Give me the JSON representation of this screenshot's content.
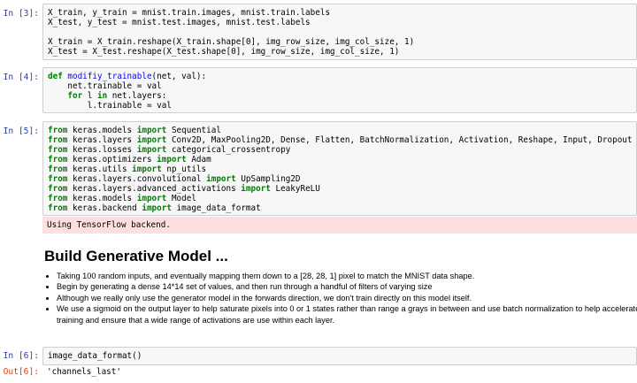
{
  "cells": [
    {
      "prompt": "In [3]:",
      "lines": [
        [
          [
            "t",
            "X_train, y_train = mnist.train.images, mnist.train.labels"
          ]
        ],
        [
          [
            "t",
            "X_test, y_test = mnist.test.images, mnist.test.labels"
          ]
        ],
        [
          [
            "t",
            ""
          ]
        ],
        [
          [
            "t",
            "X_train = X_train.reshape(X_train.shape[0], img_row_size, img_col_size, 1)"
          ]
        ],
        [
          [
            "t",
            "X_test = X_test.reshape(X_test.shape[0], img_row_size, img_col_size, 1)"
          ]
        ]
      ]
    },
    {
      "prompt": "In [4]:",
      "lines": [
        [
          [
            "kw",
            "def "
          ],
          [
            "fn",
            "modifiy_trainable"
          ],
          [
            "t",
            "(net, val):"
          ]
        ],
        [
          [
            "t",
            "    net.trainable = val"
          ]
        ],
        [
          [
            "t",
            "    "
          ],
          [
            "kw",
            "for"
          ],
          [
            "t",
            " l "
          ],
          [
            "kw",
            "in"
          ],
          [
            "t",
            " net.layers:"
          ]
        ],
        [
          [
            "t",
            "        l.trainable = val"
          ]
        ]
      ]
    },
    {
      "prompt": "In [5]:",
      "lines": [
        [
          [
            "kw",
            "from"
          ],
          [
            "t",
            " keras.models "
          ],
          [
            "kw",
            "import"
          ],
          [
            "t",
            " Sequential"
          ]
        ],
        [
          [
            "kw",
            "from"
          ],
          [
            "t",
            " keras.layers "
          ],
          [
            "kw",
            "import"
          ],
          [
            "t",
            " Conv2D, MaxPooling2D, Dense, Flatten, BatchNormalization, Activation, Reshape, Input, Dropout"
          ]
        ],
        [
          [
            "kw",
            "from"
          ],
          [
            "t",
            " keras.losses "
          ],
          [
            "kw",
            "import"
          ],
          [
            "t",
            " categorical_crossentropy"
          ]
        ],
        [
          [
            "kw",
            "from"
          ],
          [
            "t",
            " keras.optimizers "
          ],
          [
            "kw",
            "import"
          ],
          [
            "t",
            " Adam"
          ]
        ],
        [
          [
            "kw",
            "from"
          ],
          [
            "t",
            " keras.utils "
          ],
          [
            "kw",
            "import"
          ],
          [
            "t",
            " np_utils"
          ]
        ],
        [
          [
            "kw",
            "from"
          ],
          [
            "t",
            " keras.layers.convolutional "
          ],
          [
            "kw",
            "import"
          ],
          [
            "t",
            " UpSampling2D"
          ]
        ],
        [
          [
            "kw",
            "from"
          ],
          [
            "t",
            " keras.layers.advanced_activations "
          ],
          [
            "kw",
            "import"
          ],
          [
            "t",
            " LeakyReLU"
          ]
        ],
        [
          [
            "kw",
            "from"
          ],
          [
            "t",
            " keras.models "
          ],
          [
            "kw",
            "import"
          ],
          [
            "t",
            " Model"
          ]
        ],
        [
          [
            "kw",
            "from"
          ],
          [
            "t",
            " keras.backend "
          ],
          [
            "kw",
            "import"
          ],
          [
            "t",
            " image_data_format"
          ]
        ]
      ],
      "stderr": "Using TensorFlow backend."
    },
    {
      "prompt": "In [6]:",
      "lines": [
        [
          [
            "t",
            "image_data_format()"
          ]
        ]
      ],
      "out_prompt": "Out[6]:",
      "output": "'channels_last'"
    }
  ],
  "markdown": {
    "heading": "Build Generative Model ...",
    "bullets": [
      "Taking 100 random inputs, and eventually mapping them down to a [28, 28, 1] pixel to match the MNIST data shape.",
      "Begin by generating a dense 14*14 set of values, and then run through a handful of filters of varying size",
      "Although we really only use the generator model in the forwards direction, we don't train directly on this model itself.",
      "We use a sigmoid on the output layer to help saturate pixels into 0 or 1 states rather than range a grays in between and use batch normalization to help accelerate training and ensure that a wide range of activations are use within each layer."
    ]
  },
  "colors": {
    "keyword": "#008000",
    "function": "#0000ff",
    "in_prompt": "#303f9f",
    "out_prompt": "#d84315",
    "stderr_bg": "#fddfdf"
  }
}
